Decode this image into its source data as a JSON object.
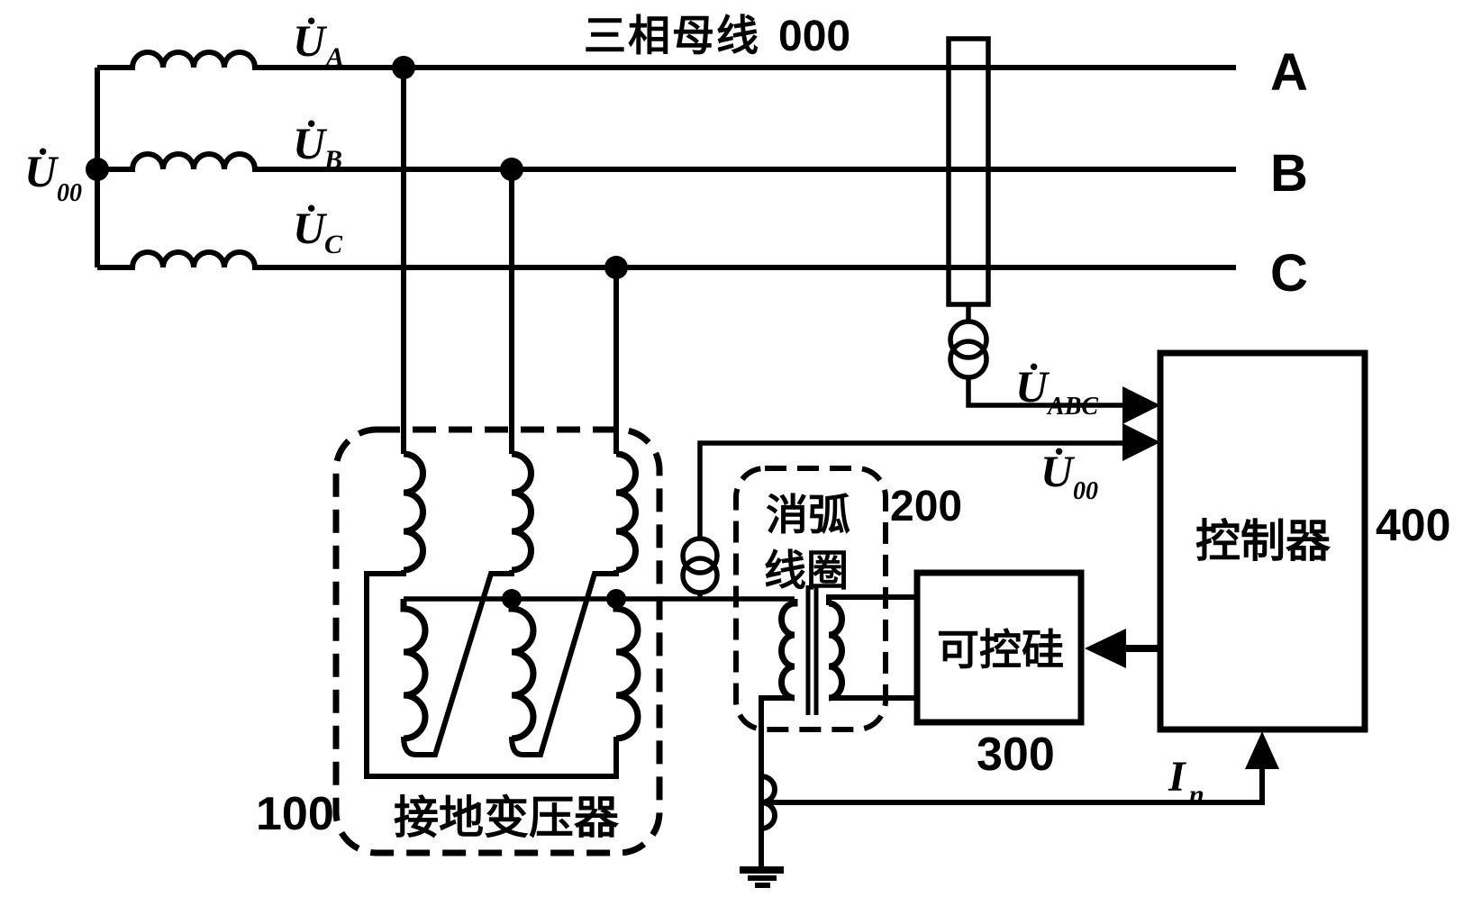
{
  "colors": {
    "ink": "#000000",
    "background": "#ffffff"
  },
  "title": {
    "text": "三相母线",
    "code": "000"
  },
  "bus": {
    "phase_labels": [
      "A",
      "B",
      "C"
    ],
    "u_phase": [
      {
        "main": "U̇",
        "sub": "A"
      },
      {
        "main": "U̇",
        "sub": "B"
      },
      {
        "main": "U̇",
        "sub": "C"
      }
    ],
    "u00": {
      "main": "U̇",
      "sub": "00"
    }
  },
  "components": {
    "grounding_transformer": {
      "label": "接地变压器",
      "code": "100"
    },
    "arc_coil": {
      "line1": "消弧",
      "line2": "线圈",
      "code": "200"
    },
    "thyristor": {
      "label": "可控硅",
      "code": "300"
    },
    "controller": {
      "label": "控制器",
      "code": "400"
    }
  },
  "signals": {
    "u_abc": {
      "main": "U̇",
      "sub": "ABC"
    },
    "u00": {
      "main": "U̇",
      "sub": "00"
    },
    "i_n": {
      "main": "I",
      "sub": "n"
    }
  }
}
